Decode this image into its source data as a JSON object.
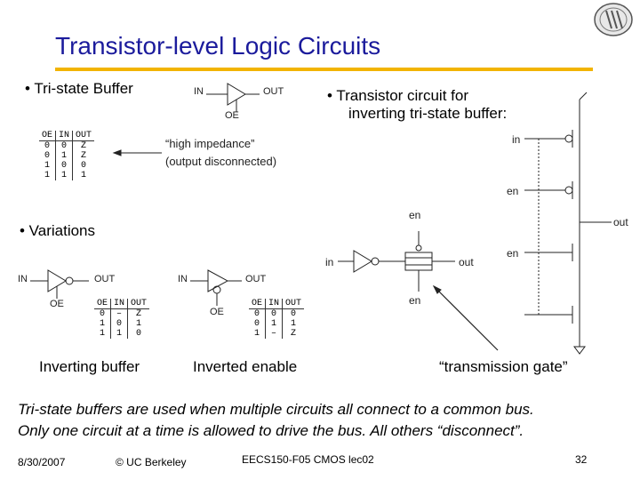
{
  "title": "Transistor-level Logic Circuits",
  "bullets": {
    "tristate": "• Tri-state Buffer",
    "transistor_line1": "• Transistor circuit for",
    "transistor_line2": "inverting tri-state buffer:",
    "variations": "• Variations"
  },
  "labels": {
    "in": "IN",
    "out": "OUT",
    "oe": "OE",
    "high_impedance_line1": "“high impedance”",
    "high_impedance_line2": "(output disconnected)",
    "inverting_buffer": "Inverting buffer",
    "inverted_enable": "Inverted enable",
    "transmission_gate": "“transmission gate”",
    "sch_in": "in",
    "sch_en": "en",
    "sch_out": "out"
  },
  "truth_tables": {
    "main": {
      "headers": [
        "OE",
        "IN",
        "OUT"
      ],
      "rows": [
        [
          "0",
          "0",
          "Z"
        ],
        [
          "0",
          "1",
          "Z"
        ],
        [
          "1",
          "0",
          "0"
        ],
        [
          "1",
          "1",
          "1"
        ]
      ]
    },
    "inverting": {
      "headers": [
        "OE",
        "IN",
        "OUT"
      ],
      "rows": [
        [
          "0",
          "–",
          "Z"
        ],
        [
          "1",
          "0",
          "1"
        ],
        [
          "1",
          "1",
          "0"
        ]
      ]
    },
    "inverted_enable": {
      "headers": [
        "OE",
        "IN",
        "OUT"
      ],
      "rows": [
        [
          "0",
          "0",
          "0"
        ],
        [
          "0",
          "1",
          "1"
        ],
        [
          "1",
          "–",
          "Z"
        ]
      ]
    }
  },
  "body_text": {
    "line1": "Tri-state buffers are used when multiple circuits all connect to a common bus.",
    "line2": "Only one circuit at a time is allowed to drive the bus.  All others “disconnect”."
  },
  "footer": {
    "date": "8/30/2007",
    "copyright": "© UC Berkeley",
    "course": "EECS150-F05 CMOS lec02",
    "page": "32"
  }
}
